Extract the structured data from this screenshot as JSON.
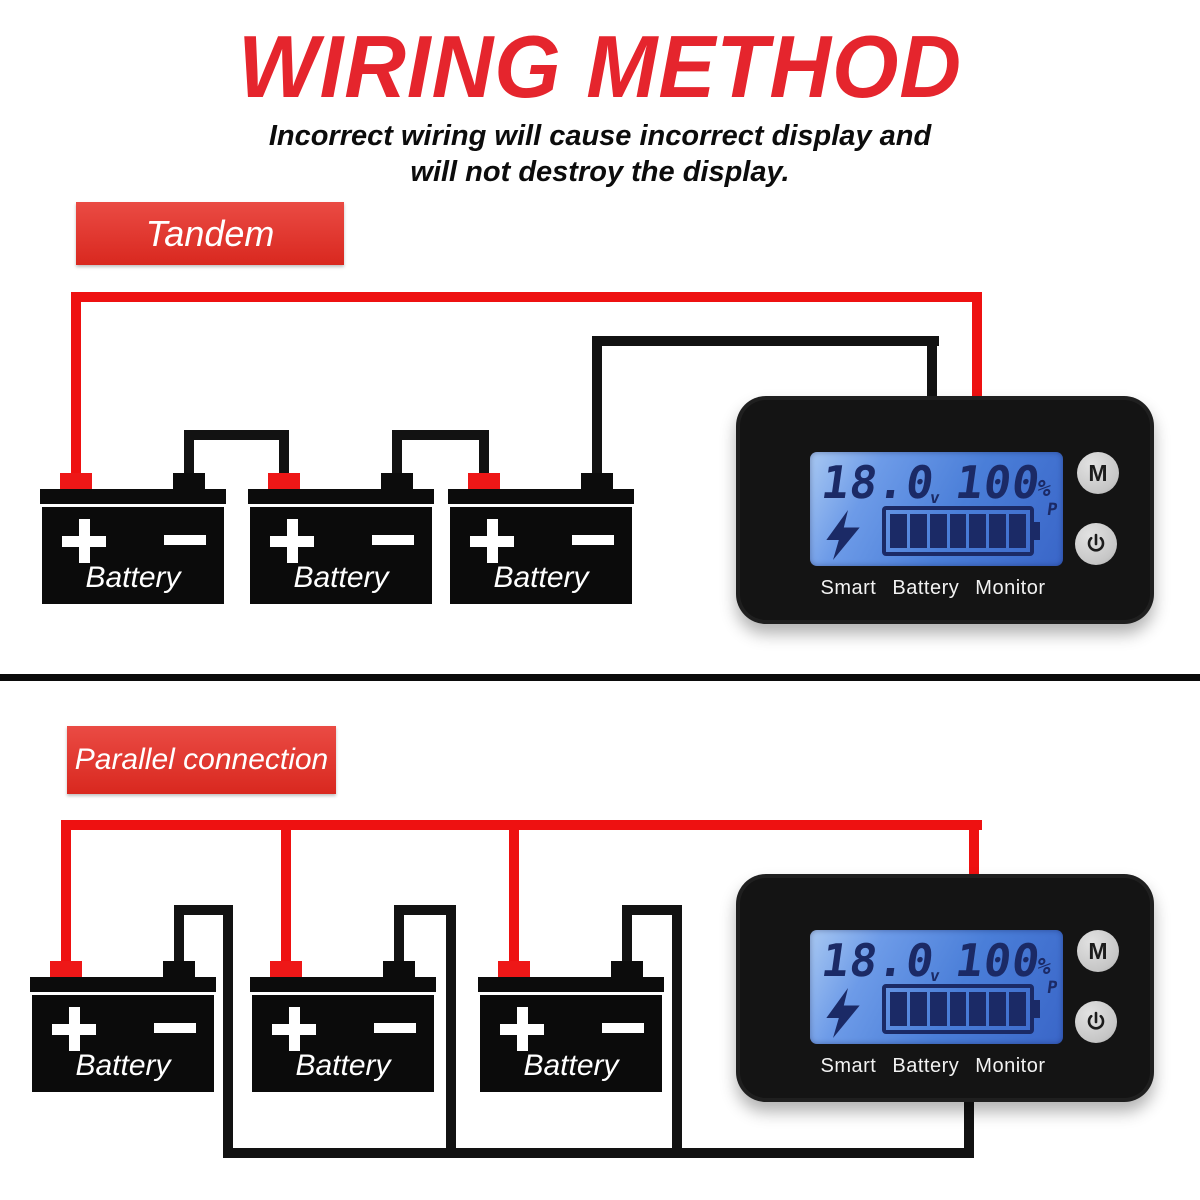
{
  "page": {
    "title": "WIRING METHOD",
    "subtitle_line1": "Incorrect wiring will cause incorrect display and",
    "subtitle_line2": "will not destroy the display."
  },
  "sections": {
    "tandem": {
      "label": "Tandem"
    },
    "parallel": {
      "label": "Parallel connection"
    }
  },
  "battery": {
    "label": "Battery",
    "plus_symbol": "+",
    "minus_symbol": "−"
  },
  "monitor": {
    "voltage": "18.0",
    "voltage_unit": "v",
    "percent": "100",
    "percent_unit": "%",
    "gauge_label": "P",
    "gauge_segments": 7,
    "title": "Smart Battery Monitor",
    "mode_button": "M",
    "power_icon": "power"
  },
  "colors": {
    "accent_red": "#e5252d",
    "label_red": "#e03a35",
    "wire_red": "#ee1111",
    "wire_black": "#121212",
    "terminal_red": "#ee1717",
    "lcd_dark": "#1b2a66",
    "lcd_blue": "#4a7ed8",
    "button_gray": "#c6c6c6"
  }
}
